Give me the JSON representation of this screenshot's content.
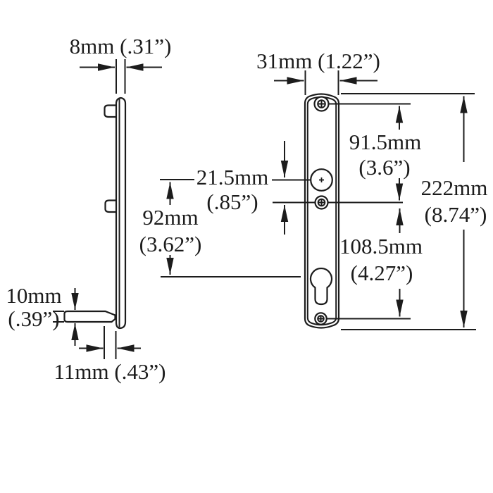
{
  "style": {
    "background": "#ffffff",
    "ink": "#1c1c1c"
  },
  "views": {
    "side_profile": {
      "features": [
        "top-fixing-lug",
        "middle-fixing-lug",
        "bottom-foot"
      ]
    },
    "front": {
      "features": [
        "top-screw-hole",
        "handle-spindle-hole",
        "cylinder-screw-hole",
        "euro-cylinder-keyhole",
        "bottom-screw-hole"
      ]
    }
  },
  "dimensions": {
    "plate_thickness": {
      "text": "8mm (.31”)"
    },
    "plate_width": {
      "text": "31mm (1.22”)"
    },
    "top_to_handle_center": {
      "metric": "91.5mm",
      "imperial": "(3.6”)"
    },
    "handle_to_cylinder_screw": {
      "metric": "21.5mm",
      "imperial": "(.85”)"
    },
    "handle_to_keyhole": {
      "metric": "92mm",
      "imperial": "(3.62”)"
    },
    "cylinder_screw_to_bottom": {
      "metric": "108.5mm",
      "imperial": "(4.27”)"
    },
    "total_height": {
      "metric": "222mm",
      "imperial": "(8.74”)"
    },
    "foot_height": {
      "metric": "10mm",
      "imperial": "(.39”)"
    },
    "foot_depth": {
      "text": "11mm (.43”)"
    }
  }
}
